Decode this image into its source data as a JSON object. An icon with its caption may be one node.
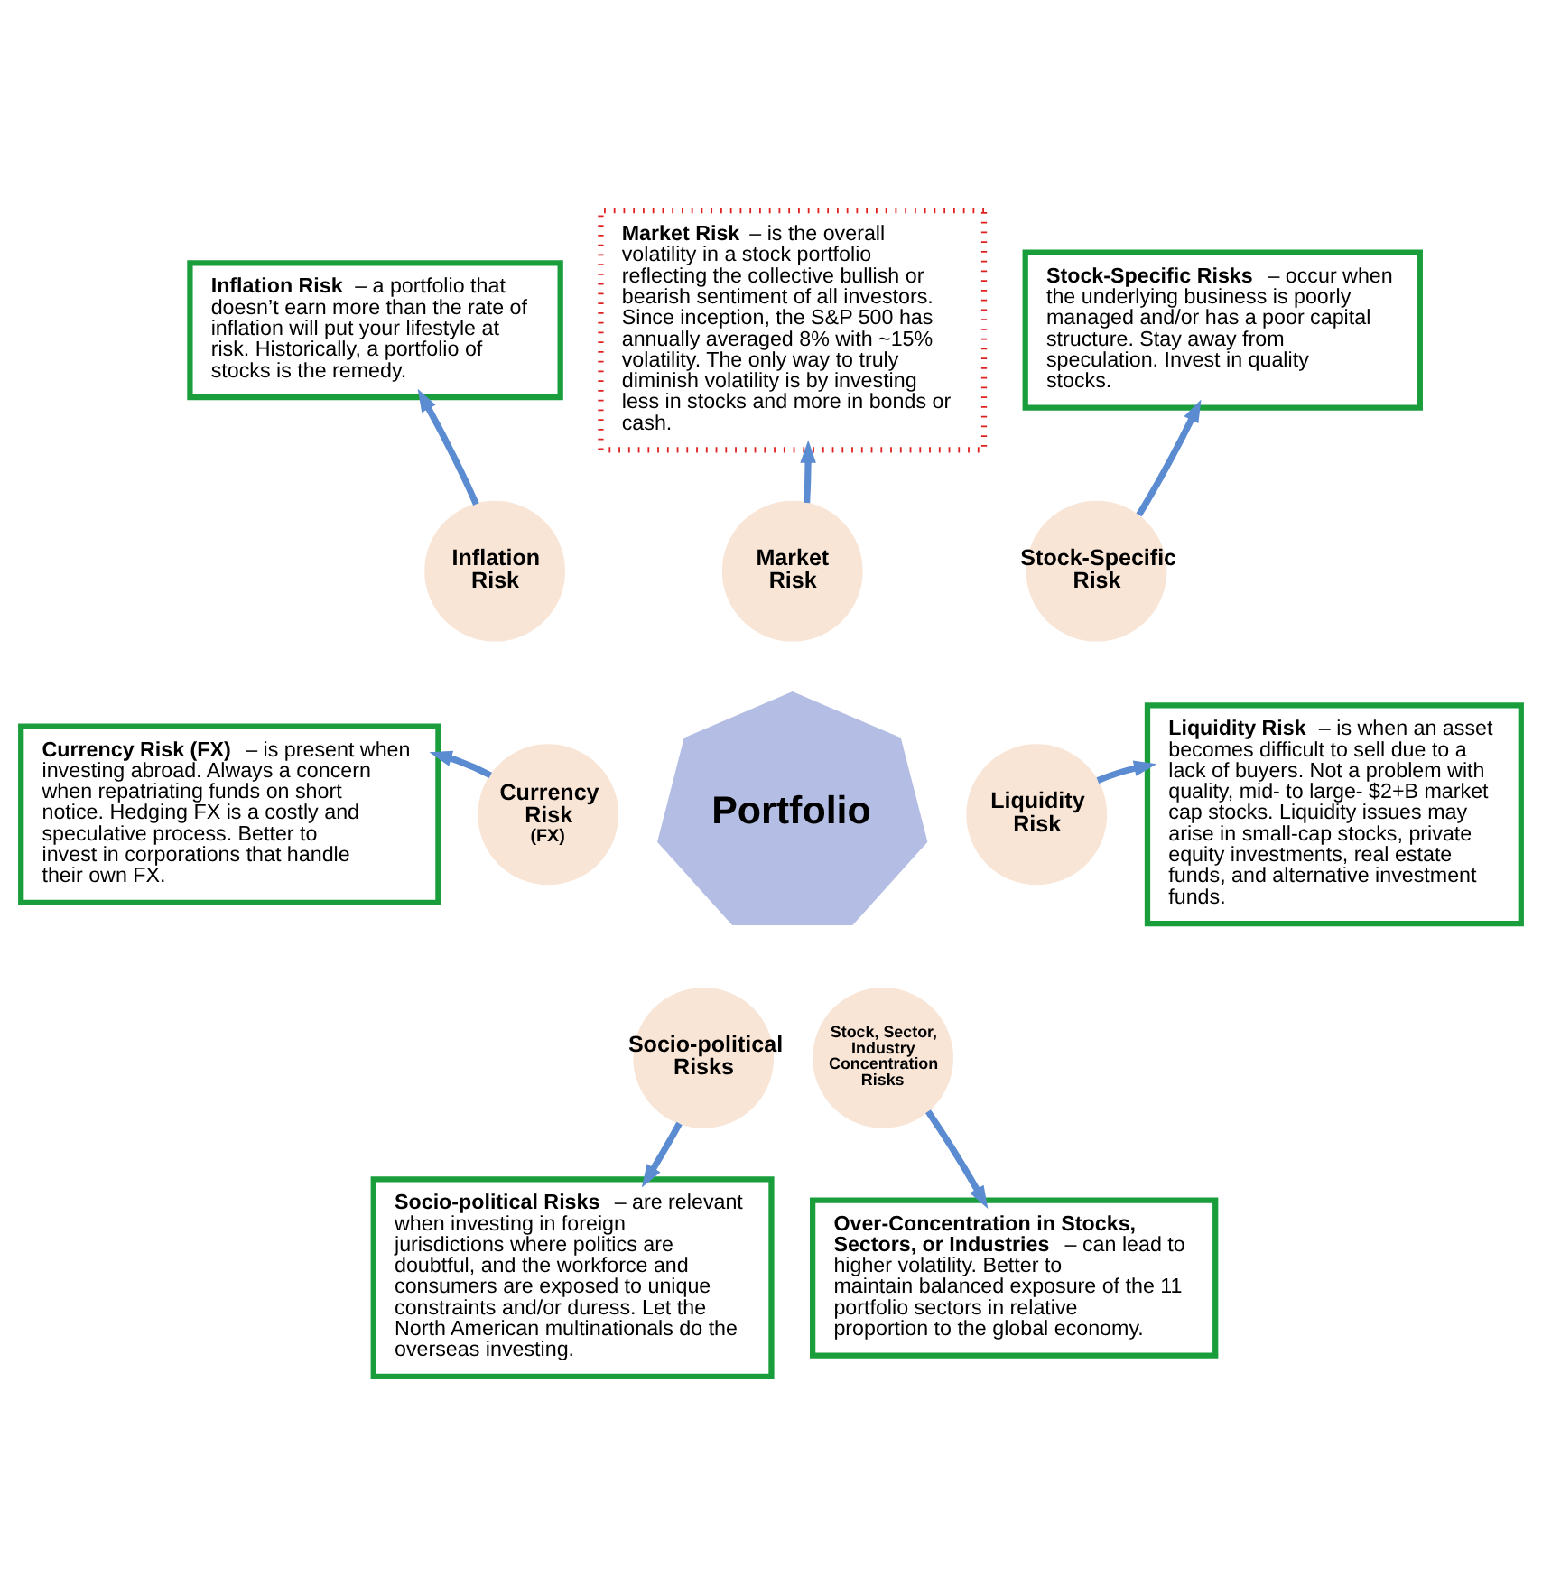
{
  "diagram": {
    "nodes": [
      {
        "text": [
          "**Market Risk** – is the overall volatility in a stock portfolio reflecting the collective bullish or bearish sentiment of all investors. Since inception, the S&P 500 has annually averaged 8% with ~15% volatility. The only way to truly diminish volatility is by investing less in stocks and more in bonds or cash."
        ]
      },
      {
        "text": [
          "**Inflation Risk** – a portfolio that doesn’t earn more than the rate of inflation will put your lifestyle at risk. Historically, a portfolio of stocks is the remedy."
        ]
      },
      {
        "text": [
          "**Stock-Specific Risks** – occur when the underlying business is poorly managed and/or has a poor capital structure. Stay away from speculation. Invest in quality stocks."
        ]
      },
      {
        "text": [
          "Portfolio"
        ]
      },
      {
        "text": [
          "Market Risk"
        ]
      },
      {
        "text": [
          "Inflation Risk"
        ]
      },
      {
        "text": [
          "Stock-Specific Risk"
        ]
      },
      {
        "text": [
          "Currency Risk",
          "(FX)"
        ]
      },
      {
        "text": [
          "Liquidity Risk"
        ]
      },
      {
        "text": [
          "Socio-political Risks"
        ]
      },
      {
        "text": [
          "Stock, Sector, Industry Concentration Risks"
        ]
      },
      {
        "text": [
          "**Currency Risk (FX)** – is present when investing abroad. Always a concern when repatriating funds on short notice. Hedging FX is a costly and speculative process. Better to invest in corporations that handle their own FX."
        ]
      },
      {
        "text": [
          "**Liquidity Risk** – is when an asset becomes difficult to sell due to a lack of buyers. Not a problem with quality, mid- to large- $2+B market cap stocks. Liquidity issues may arise in small-cap stocks, private equity investments, real estate funds, and alternative investment funds."
        ]
      },
      {
        "text": [
          "**Socio-political Risks** – are relevant when investing in foreign jurisdictions where politics are doubtful, and the workforce and consumers are exposed to unique constraints and/or duress. Let the North American multinationals do the overseas investing."
        ]
      },
      {
        "text": [
          "**Over-Concentration in Stocks, Sectors, or Industries** – can lead to higher volatility. Better to maintain balanced exposure of the 11 portfolio sectors in relative proportion to the global economy."
        ]
      }
    ],
    "edges": [
      {
        "from": 4,
        "to": 0,
        "arrow": "to"
      },
      {
        "from": 5,
        "to": 1,
        "arrow": "to"
      },
      {
        "from": 6,
        "to": 2,
        "arrow": "to"
      },
      {
        "from": 7,
        "to": 11,
        "arrow": "to"
      },
      {
        "from": 8,
        "to": 12,
        "arrow": "to"
      },
      {
        "from": 9,
        "to": 13,
        "arrow": "to"
      },
      {
        "from": 10,
        "to": 14,
        "arrow": "to"
      }
    ]
  }
}
